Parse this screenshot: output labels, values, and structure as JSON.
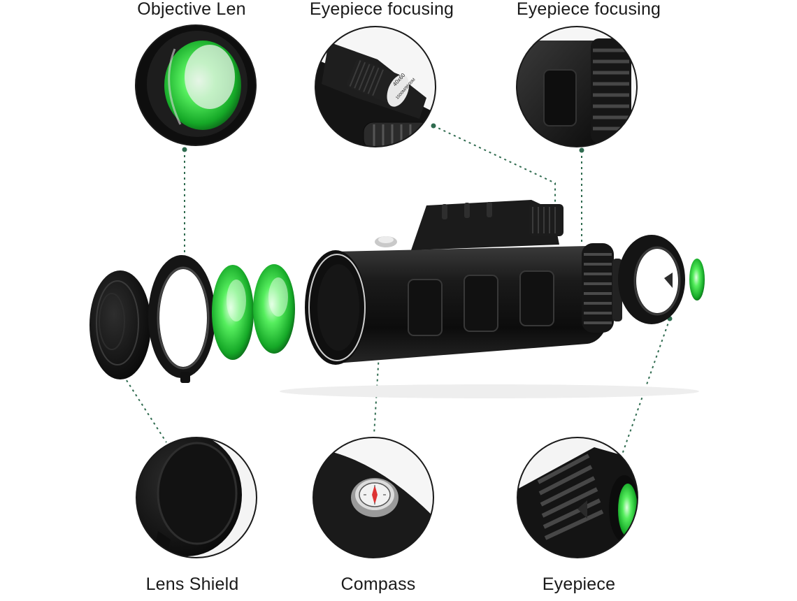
{
  "callouts": {
    "objective_lens": "Objective Len",
    "eyepiece_focusing_top": "Eyepiece focusing",
    "eyepiece_focusing_ring": "Eyepiece focusing",
    "lens_shield": "Lens Shield",
    "compass": "Compass",
    "eyepiece": "Eyepiece"
  },
  "knob_marking": {
    "magnification": "40x60",
    "field": "1500M/9500M"
  },
  "colors": {
    "background": "#ffffff",
    "body": "#111111",
    "lens_green": "#3ee04a",
    "leader_line": "#2f6b4f",
    "circle_outline": "#1a1a1a"
  }
}
